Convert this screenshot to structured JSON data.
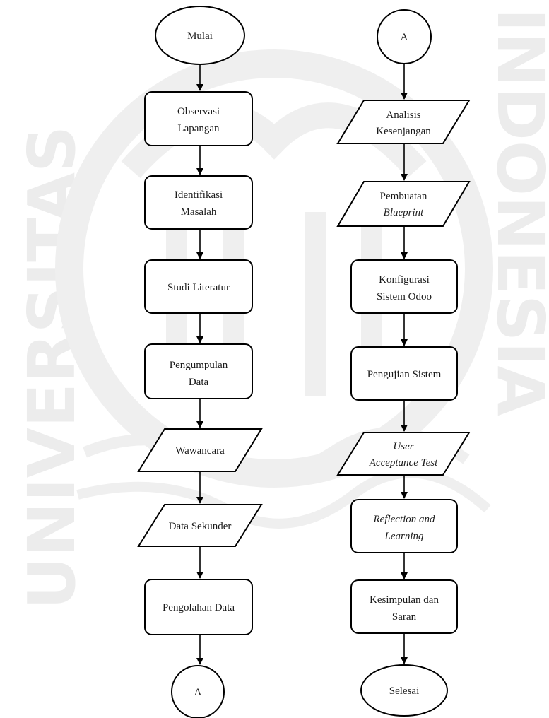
{
  "watermark": {
    "left_text": "UNIVERSITAS",
    "right_text": "INDONESIA"
  },
  "left_column": {
    "start": "Mulai",
    "steps": [
      {
        "id": "observasi",
        "lines": [
          "Observasi",
          "Lapangan"
        ]
      },
      {
        "id": "identifikasi",
        "lines": [
          "Identifikasi",
          "Masalah"
        ]
      },
      {
        "id": "studi",
        "lines": [
          "Studi Literatur"
        ]
      },
      {
        "id": "pengumpulan",
        "lines": [
          "Pengumpulan",
          "Data"
        ]
      },
      {
        "id": "wawancara",
        "lines": [
          "Wawancara"
        ]
      },
      {
        "id": "sekunder",
        "lines": [
          "Data Sekunder"
        ]
      },
      {
        "id": "pengolahan",
        "lines": [
          "Pengolahan Data"
        ]
      }
    ],
    "connector": "A"
  },
  "right_column": {
    "connector": "A",
    "steps": [
      {
        "id": "analisis",
        "lines": [
          "Analisis",
          "Kesenjangan"
        ]
      },
      {
        "id": "blueprint",
        "lines": [
          "Pembuatan",
          "Blueprint"
        ]
      },
      {
        "id": "konfigurasi",
        "lines": [
          "Konfigurasi",
          "Sistem Odoo"
        ]
      },
      {
        "id": "pengujian",
        "lines": [
          "Pengujian Sistem"
        ]
      },
      {
        "id": "uat",
        "lines": [
          "User",
          "Acceptance Test"
        ]
      },
      {
        "id": "reflection",
        "lines": [
          "Reflection and",
          "Learning"
        ]
      },
      {
        "id": "kesimpulan",
        "lines": [
          "Kesimpulan dan",
          "Saran"
        ]
      }
    ],
    "end": "Selesai"
  }
}
